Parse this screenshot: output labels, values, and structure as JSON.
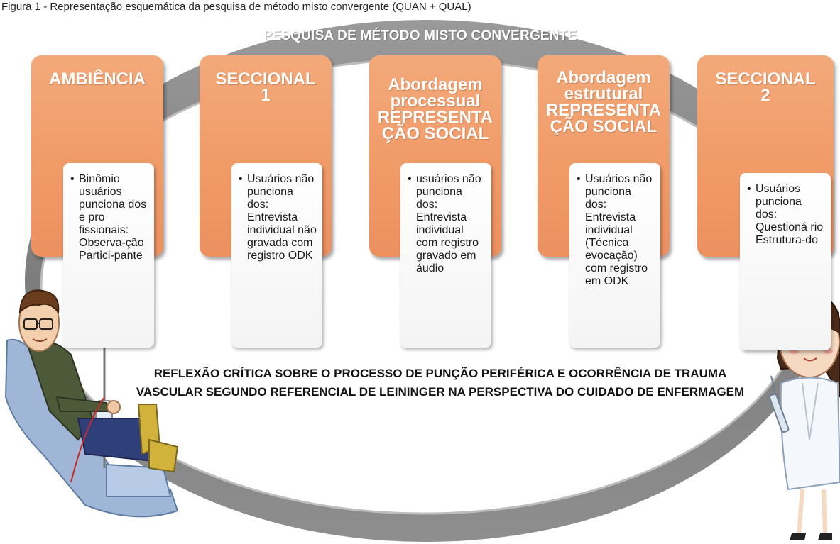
{
  "top_caption": "Figura 1 - Representação esquemática da pesquisa de método misto convergente (QUAN + QUAL)",
  "title": "PESQUISA DE MÉTODO MISTO CONVERGENTE",
  "columns": [
    {
      "title_line1": "AMBIÊNCIA",
      "title_line2": "",
      "title_line3": "",
      "title_line4": "",
      "detail": "Binômio usuários punciona dos e pro fissionais: Observa-ção Partici-pante"
    },
    {
      "title_line1": "SECCIONAL",
      "title_line2": "1",
      "title_line3": "",
      "title_line4": "",
      "detail": "Usuários não punciona dos: Entrevista individual não gravada com registro ODK"
    },
    {
      "title_line1": "Abordagem",
      "title_line2": "processual",
      "title_line3": "REPRESENTA",
      "title_line4": "ÇÃO SOCIAL",
      "detail": "usuários não punciona dos: Entrevista individual com registro gravado em áudio"
    },
    {
      "title_line1": "Abordagem",
      "title_line2": "estrutural",
      "title_line3": "REPRESENTA",
      "title_line4": "ÇÃO SOCIAL",
      "detail": "Usuários não punciona dos: Entrevista individual (Técnica evocação) com registro em ODK"
    },
    {
      "title_line1": "SECCIONAL",
      "title_line2": "2",
      "title_line3": "",
      "title_line4": "",
      "detail": "Usuários punciona dos: Questioná rio Estrutura-do"
    }
  ],
  "footer_line1": "REFLEXÃO CRÍTICA SOBRE O PROCESSO DE PUNÇÃO PERIFÉRICA E OCORRÊNCIA DE TRAUMA",
  "footer_line2": "VASCULAR SEGUNDO REFERENCIAL DE LEININGER NA PERSPECTIVA DO CUIDADO DE ENFERMAGEM",
  "colors": {
    "ring": "#8c8c8c",
    "box_orange": "#f09a67",
    "box_text": "#ffffff",
    "detail_bg": "#f6f6f6"
  }
}
